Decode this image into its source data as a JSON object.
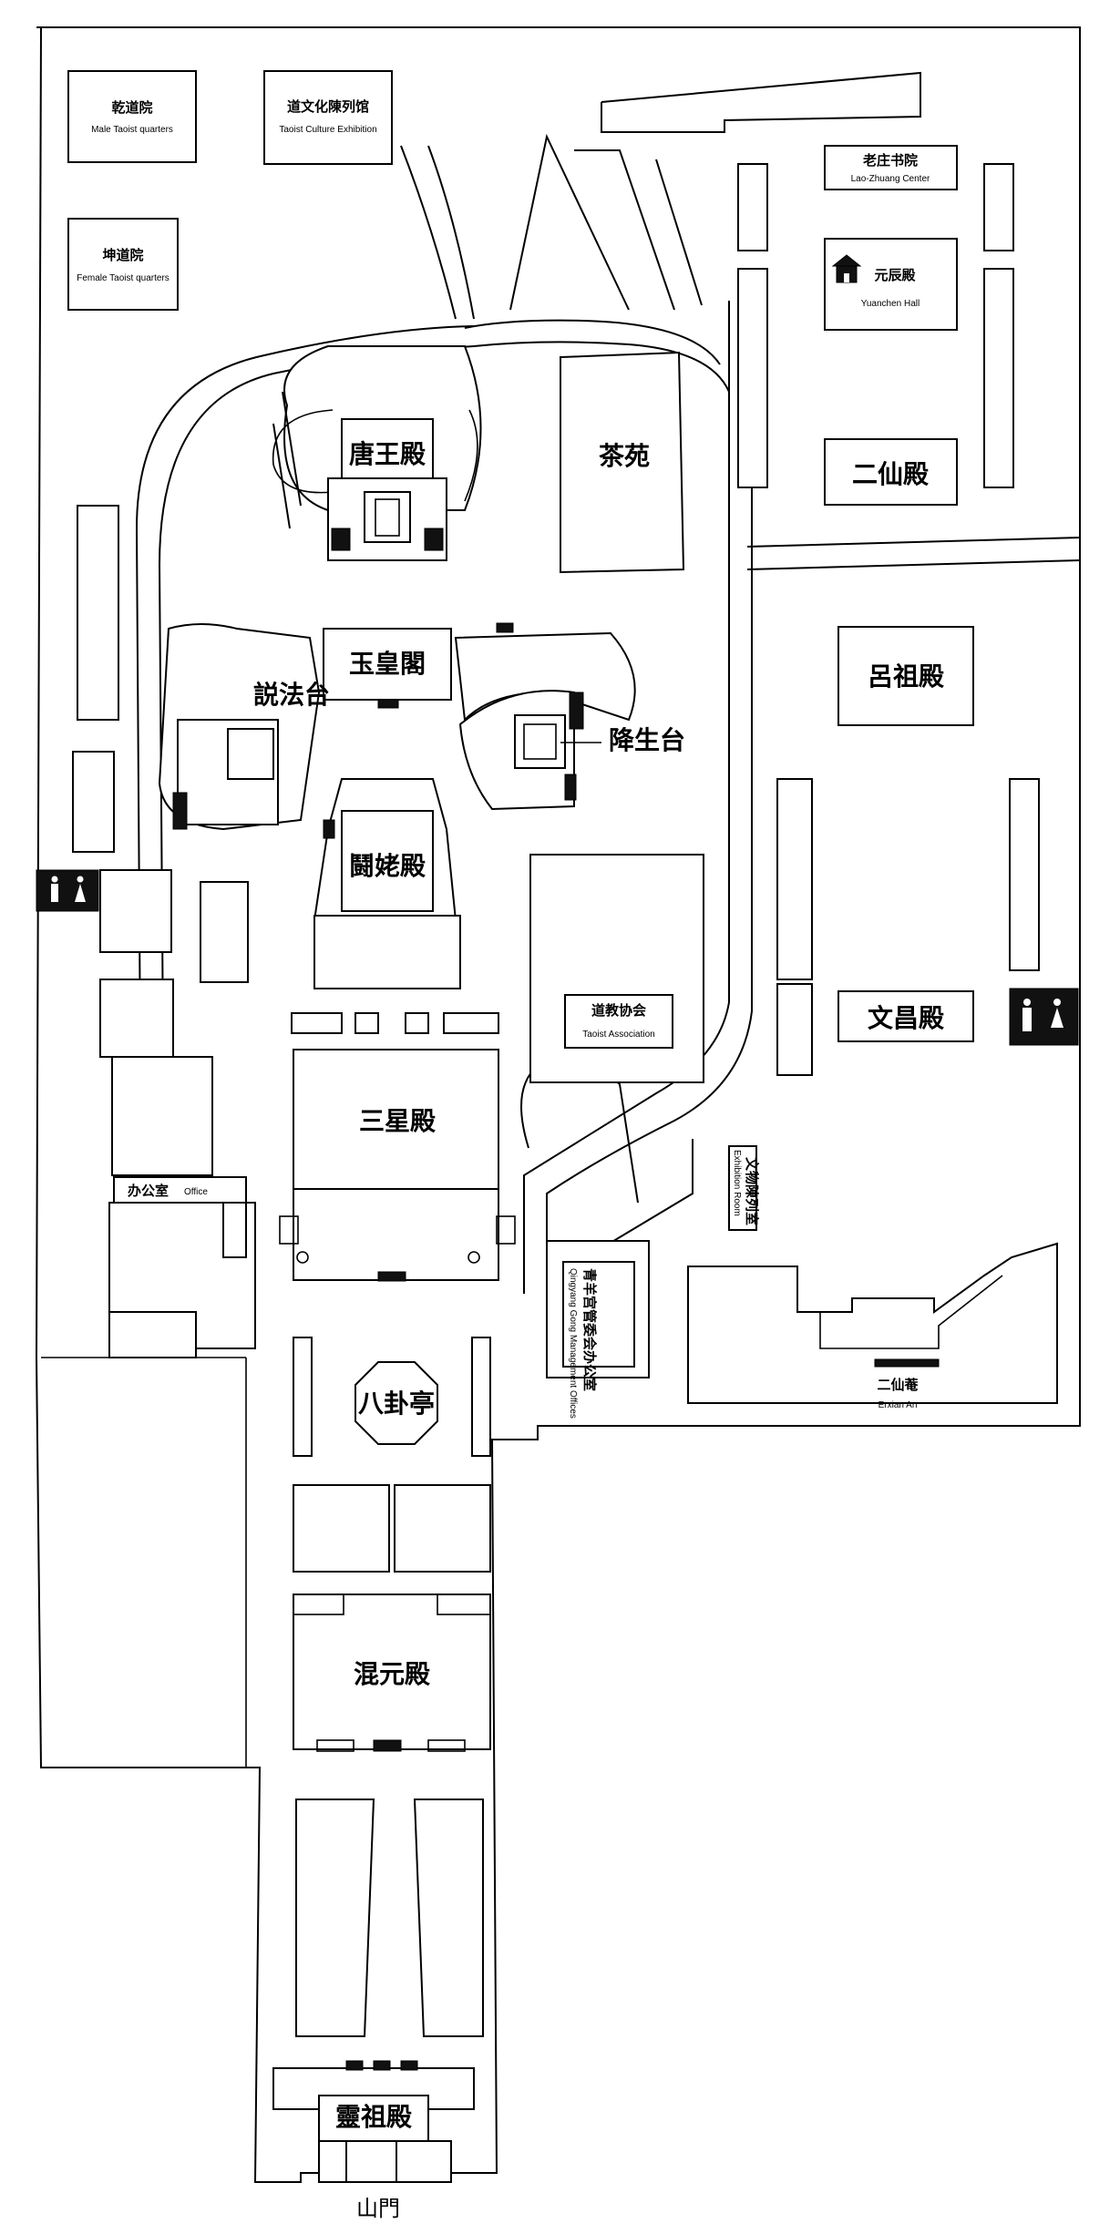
{
  "map": {
    "halls": {
      "tangwang": "唐王殿",
      "tea_garden": "茶苑",
      "erxian_hall": "二仙殿",
      "yuhuang": "玉皇閣",
      "lvzu": "呂祖殿",
      "shuofa": "説法台",
      "jiangsheng": "降生台",
      "doulao": "鬪姥殿",
      "wenchang": "文昌殿",
      "sanxing": "三星殿",
      "bagua": "八卦亭",
      "hunyuan": "混元殿",
      "lingzu": "靈祖殿",
      "gate": "山門"
    },
    "facilities": {
      "qiandao_cn": "乾道院",
      "qiandao_en": "Male Taoist quarters",
      "kundao_cn": "坤道院",
      "kundao_en": "Female Taoist quarters",
      "culture_cn": "道文化陳列馆",
      "culture_en": "Taoist Culture Exhibition",
      "laozhuang_cn": "老庄书院",
      "laozhuang_en": "Lao-Zhuang Center",
      "yuanchen_cn": "元辰殿",
      "yuanchen_en": "Yuanchen Hall",
      "association_cn": "道教协会",
      "association_en": "Taoist Association",
      "office_cn": "办公室",
      "office_en": "Office",
      "exhibition_cn": "文物陳列室",
      "exhibition_en": "Exhibition Room",
      "mgmt_cn": "青羊宫管委会办公室",
      "mgmt_en": "Qingyang Gong Management Offices",
      "erxianan_cn": "二仙菴",
      "erxianan_en": "Erxian An"
    },
    "icons": {
      "restroom": "restroom-icon",
      "temple": "temple-icon"
    }
  }
}
